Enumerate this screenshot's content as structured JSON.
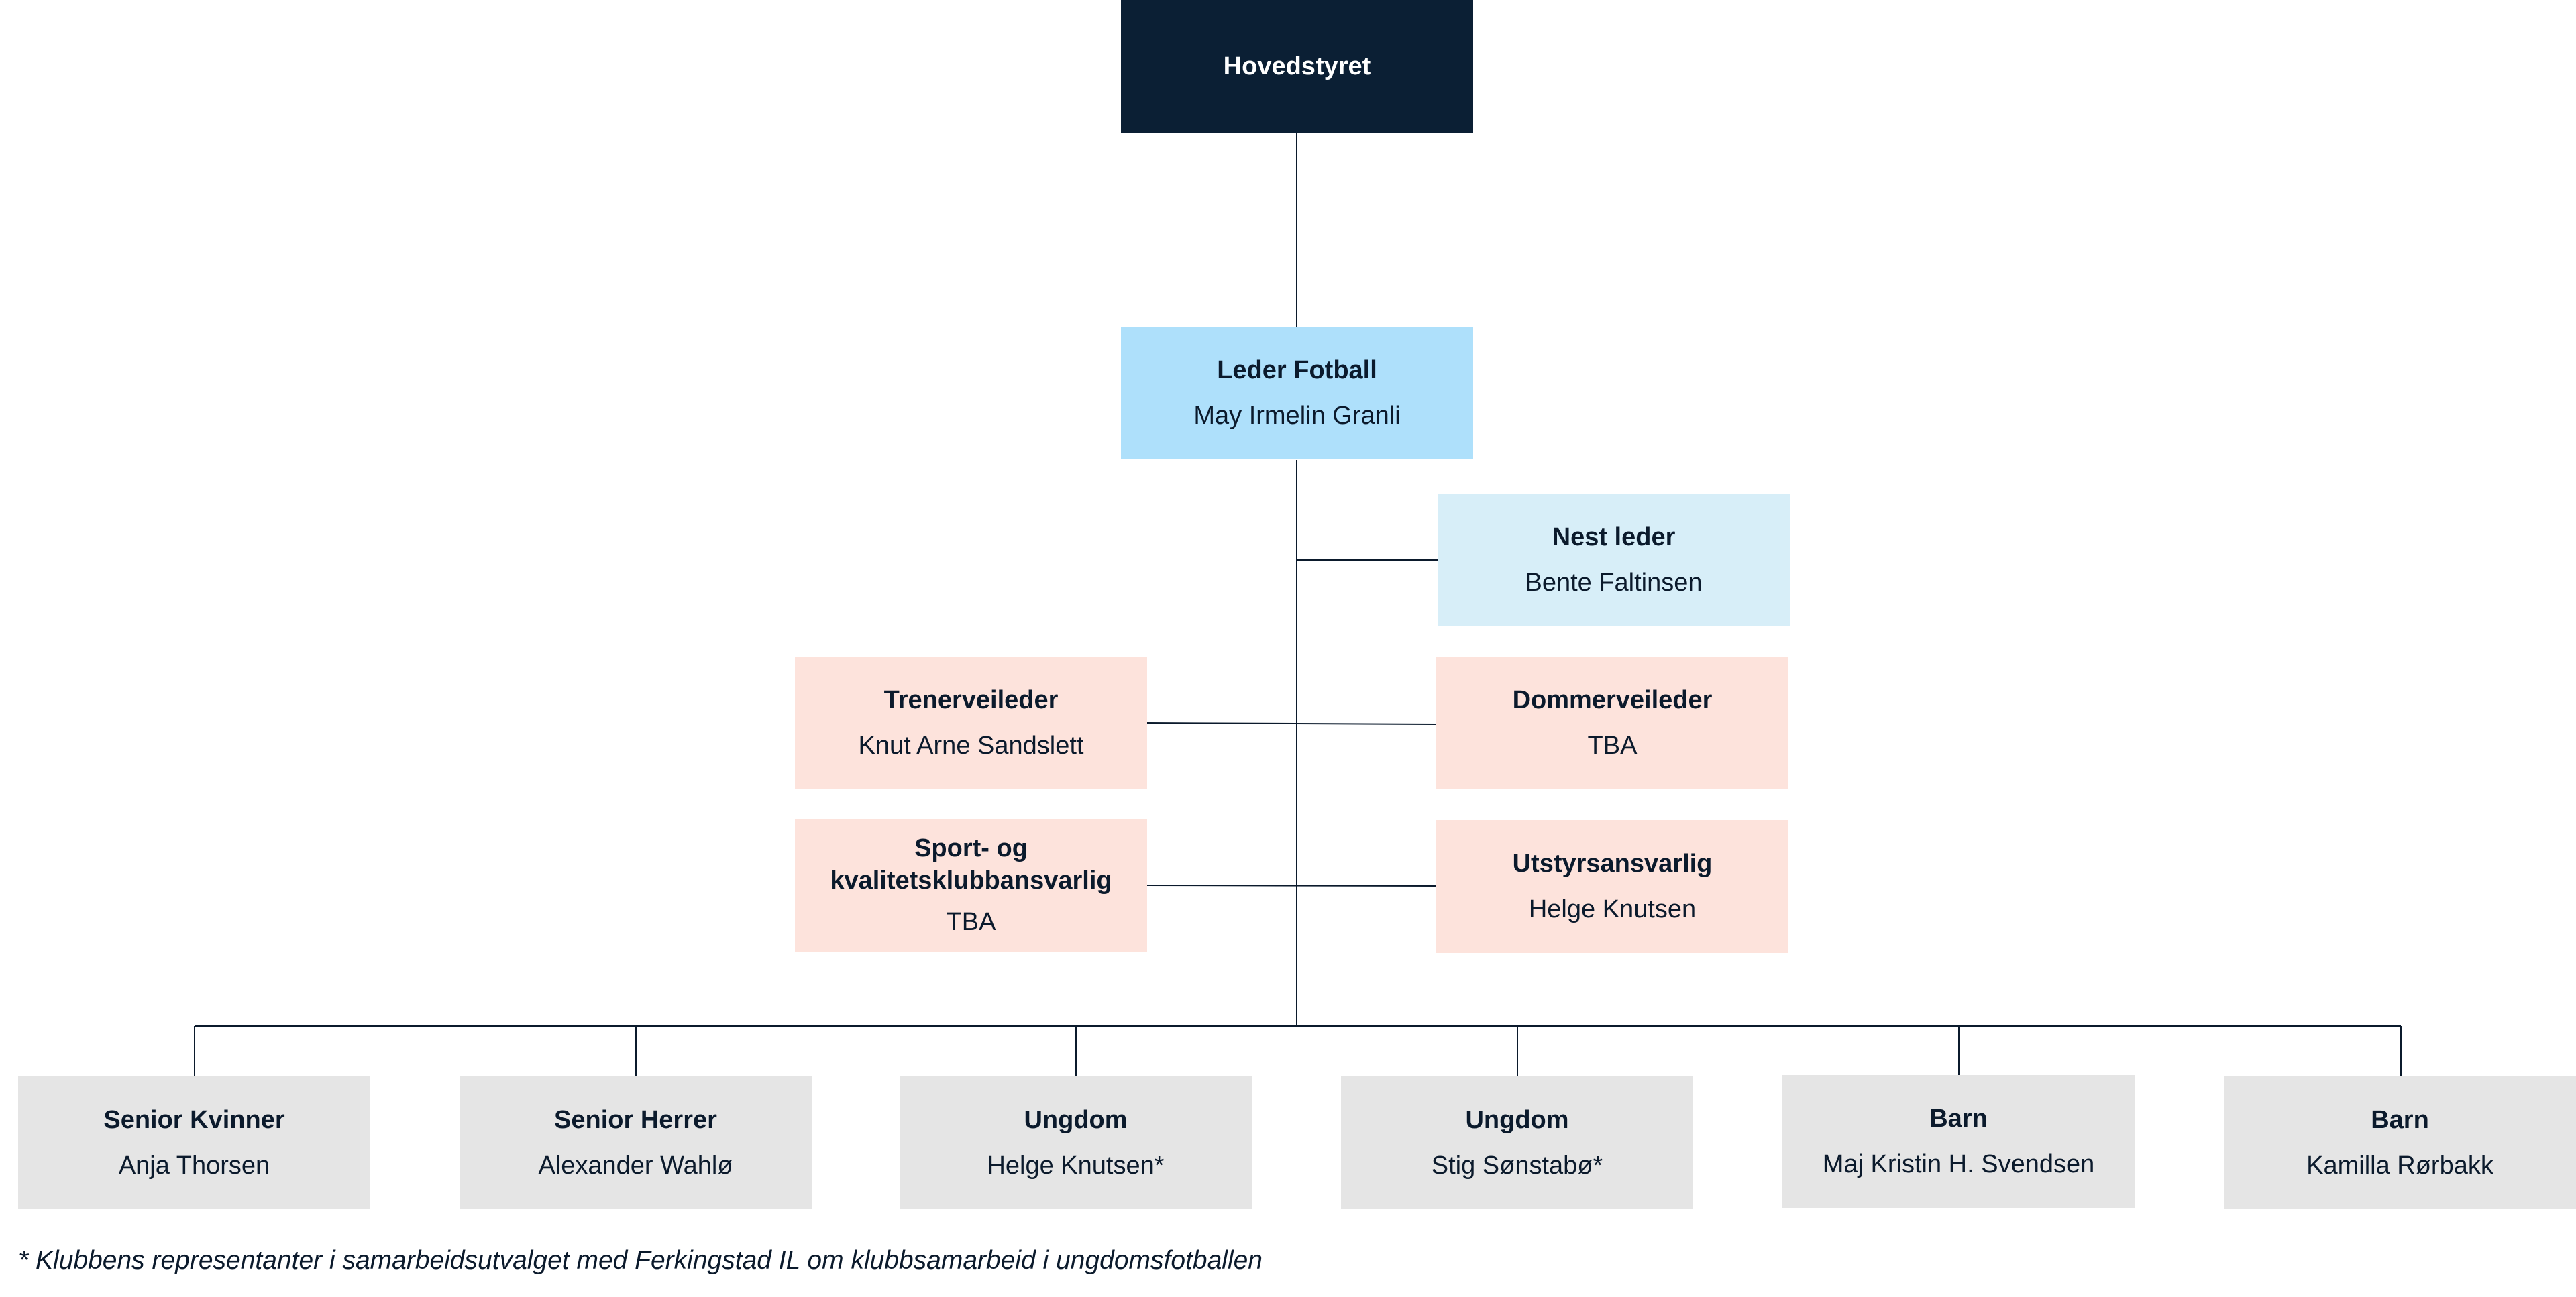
{
  "board": {
    "role": "Hovedstyret"
  },
  "leader": {
    "role": "Leder Fotball",
    "name": "May Irmelin Granli"
  },
  "deputy": {
    "role": "Nest leder",
    "name": "Bente Faltinsen"
  },
  "coach_advisor": {
    "role": "Trenerveileder",
    "name": "Knut Arne Sandslett"
  },
  "referee_advisor": {
    "role": "Dommerveileder",
    "name": "TBA"
  },
  "quality_lead": {
    "role": "Sport- og kvalitetsklubbansvarlig",
    "name": "TBA"
  },
  "equipment_lead": {
    "role": "Utstyrsansvarlig",
    "name": "Helge Knutsen"
  },
  "teams": [
    {
      "role": "Senior Kvinner",
      "name": "Anja Thorsen"
    },
    {
      "role": "Senior Herrer",
      "name": "Alexander Wahlø"
    },
    {
      "role": "Ungdom",
      "name": "Helge Knutsen*"
    },
    {
      "role": "Ungdom",
      "name": "Stig Sønstabø*"
    },
    {
      "role": "Barn",
      "name": "Maj Kristin H. Svendsen"
    },
    {
      "role": "Barn",
      "name": "Kamilla Rørbakk"
    }
  ],
  "footnote": "* Klubbens representanter i samarbeidsutvalget med Ferkingstad IL om klubbsamarbeid i ungdomsfotballen",
  "colors": {
    "board": "#0b1f34",
    "leader": "#aee0fb",
    "deputy": "#d7eef8",
    "advisors": "#fde3dc",
    "teams": "#e5e5e5",
    "connector": "#0b1a2c"
  }
}
